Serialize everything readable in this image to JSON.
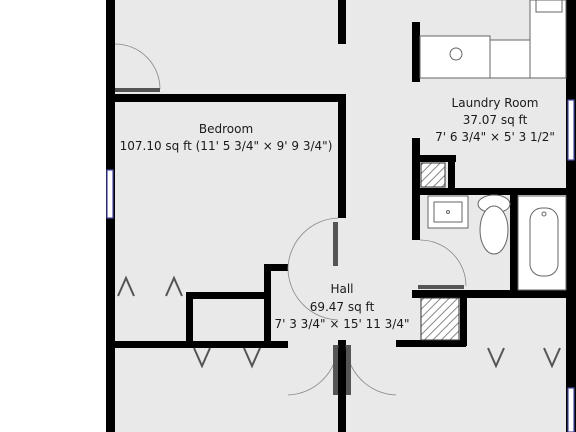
{
  "colors": {
    "floor": "#e9e9e9",
    "wall": "#000000",
    "window": "#4a4aa8",
    "door": "#555555",
    "fixture_fill": "#ffffff",
    "fixture_stroke": "#666666",
    "hatch": "#999999"
  },
  "rooms": {
    "bedroom": {
      "name": "Bedroom",
      "area": "107.10 sq ft (11' 5 3/4\" × 9' 9 3/4\")"
    },
    "laundry": {
      "name": "Laundry Room",
      "area": "37.07 sq ft",
      "dims": "7' 6 3/4\" × 5' 3 1/2\""
    },
    "hall": {
      "name": "Hall",
      "area": "69.47 sq ft",
      "dims": "7' 3 3/4\" × 15' 11 3/4\""
    }
  },
  "icons": [
    "sink-icon",
    "toilet-icon",
    "bathtub-icon",
    "washer-icon",
    "closet-door-icon",
    "door-swing-icon",
    "window-icon",
    "hatched-column-icon"
  ]
}
